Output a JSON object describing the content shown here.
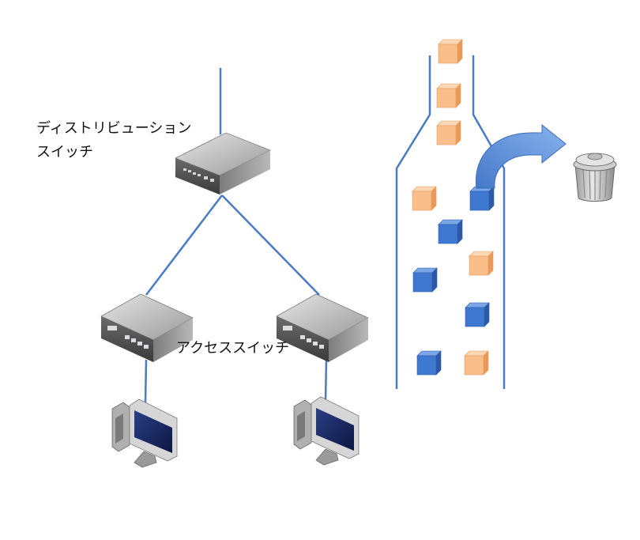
{
  "labels": {
    "distribution_line1": "ディストリビューション",
    "distribution_line2": "スイッチ",
    "access": "アクセススイッチ"
  },
  "colors": {
    "line": "#4a7bc4",
    "orange_face": "#f9be8a",
    "orange_top": "#fbd8b5",
    "orange_side": "#e89a5a",
    "blue_face": "#3f78d0",
    "blue_top": "#7aa6e8",
    "blue_side": "#2d5aa6",
    "arrow": "#5a8fd8"
  },
  "nodes": [
    {
      "id": "distribution-switch",
      "kind": "switch-large"
    },
    {
      "id": "access-switch-left",
      "kind": "switch"
    },
    {
      "id": "access-switch-right",
      "kind": "switch"
    },
    {
      "id": "pc-left",
      "kind": "pc"
    },
    {
      "id": "pc-right",
      "kind": "pc"
    }
  ],
  "flow": {
    "packets": [
      {
        "color": "orange"
      },
      {
        "color": "orange"
      },
      {
        "color": "orange"
      },
      {
        "color": "orange"
      },
      {
        "color": "blue"
      },
      {
        "color": "blue"
      },
      {
        "color": "orange"
      },
      {
        "color": "blue"
      },
      {
        "color": "blue"
      },
      {
        "color": "blue"
      },
      {
        "color": "orange"
      }
    ],
    "discard": {
      "icon": "trash-can-icon",
      "arrow": "discard-arrow"
    }
  }
}
